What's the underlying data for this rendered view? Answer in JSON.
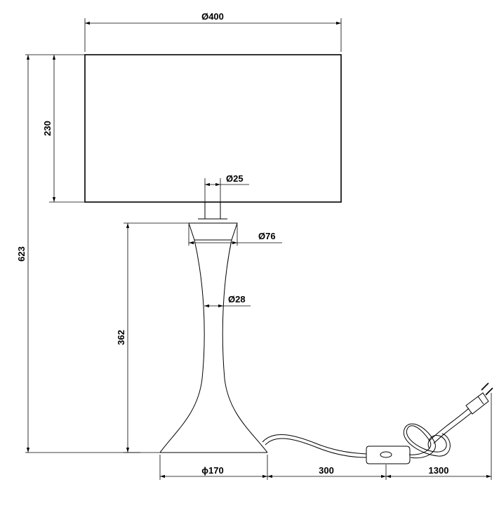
{
  "dimensions": {
    "shade_diameter": "Ø400",
    "shade_height": "230",
    "total_height": "623",
    "socket_diameter": "Ø25",
    "neck_top_diameter": "Ø76",
    "waist_diameter": "Ø28",
    "base_height": "362",
    "base_diameter": "ϕ170",
    "cord_to_switch": "300",
    "switch_to_plug": "1300"
  }
}
